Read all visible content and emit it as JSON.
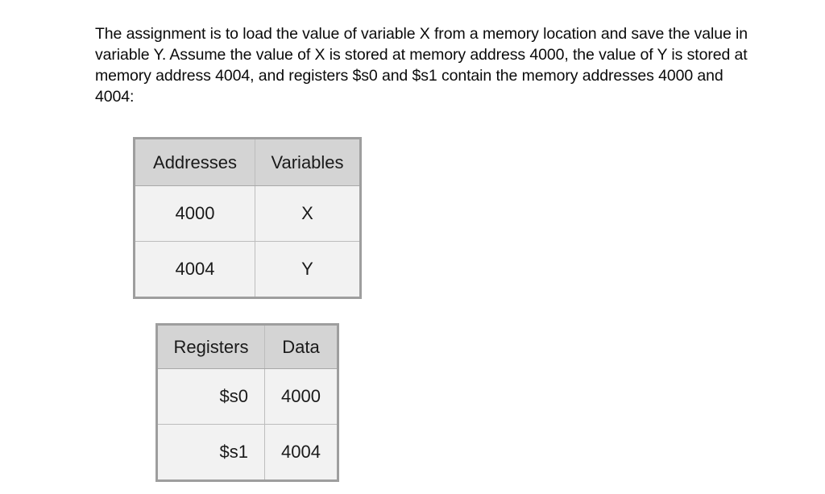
{
  "document": {
    "background_color": "#ffffff",
    "prompt_text": "The assignment is to load the value of variable X from a memory location and save the value in variable Y. Assume the value of X is stored at memory address 4000, the value of Y is stored at memory address 4004, and registers $s0 and $s1 contain the memory addresses 4000 and 4004:"
  },
  "colors": {
    "header_fill": "#d4d4d4",
    "body_fill": "#f2f2f2",
    "outer_border": "#9e9e9e",
    "inner_border": "#bdbdbd",
    "text": "#0a0a0a"
  },
  "tables": [
    {
      "id": "addresses-variables",
      "headers": [
        "Addresses",
        "Variables"
      ],
      "rows": [
        [
          "4000",
          "X"
        ],
        [
          "4004",
          "Y"
        ]
      ]
    },
    {
      "id": "registers-data",
      "headers": [
        "Registers",
        "Data"
      ],
      "rows": [
        [
          "$s0",
          "4000"
        ],
        [
          "$s1",
          "4004"
        ]
      ]
    }
  ]
}
